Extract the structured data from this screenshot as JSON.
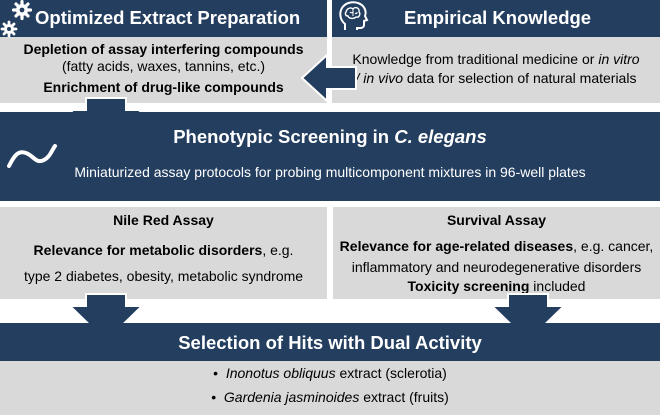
{
  "colors": {
    "header": "#233e5f",
    "panel": "#d9d9d9",
    "arrow": "#233e5f",
    "background": "#ffffff"
  },
  "icons": {
    "gear": "gear-icon",
    "head": "brain-head-icon",
    "worm": "worm-icon"
  },
  "extract": {
    "title": "Optimized Extract Preparation",
    "line1": "Depletion of assay interfering compounds",
    "line2": "(fatty acids, waxes, tannins, etc.)",
    "line3": "Enrichment of drug-like compounds"
  },
  "empirical": {
    "title": "Empirical Knowledge",
    "line1": "Knowledge from traditional medicine or",
    "line1_it": "in vitro",
    "line2_it": "/ in vivo",
    "line2": "data for selection of natural materials"
  },
  "screening": {
    "title": "Phenotypic Screening in",
    "title_it": "C. elegans",
    "subtitle": "Miniaturized assay protocols for probing multicomponent mixtures in 96-well plates"
  },
  "nile": {
    "title": "Nile Red Assay",
    "rel_bold": "Relevance for metabolic disorders",
    "rel_rest": ", e.g.",
    "line2": "type 2 diabetes, obesity, metabolic syndrome"
  },
  "survival": {
    "title": "Survival Assay",
    "rel_bold": "Relevance for age-related diseases",
    "rel_rest": ", e.g. cancer,",
    "line2": "inflammatory and neurodegenerative disorders",
    "tox_bold": "Toxicity screening",
    "tox_rest": " included"
  },
  "hits": {
    "title": "Selection of Hits with Dual Activity",
    "bullet": "•",
    "item1_it": "Inonotus obliquus",
    "item1": " extract (sclerotia)",
    "item2_it": "Gardenia jasminoides",
    "item2": " extract (fruits)"
  }
}
